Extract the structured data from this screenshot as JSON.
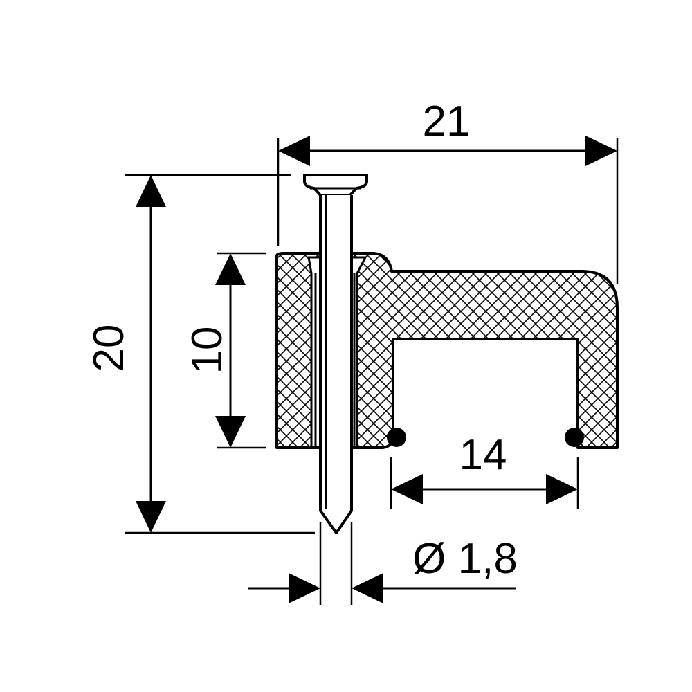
{
  "drawing": {
    "colors": {
      "line": "#000000",
      "background": "#ffffff"
    },
    "dimensions": {
      "overall_width": "21",
      "overall_height": "20",
      "clip_height": "10",
      "opening_width": "14",
      "nail_diameter": "Ø 1,8"
    }
  }
}
